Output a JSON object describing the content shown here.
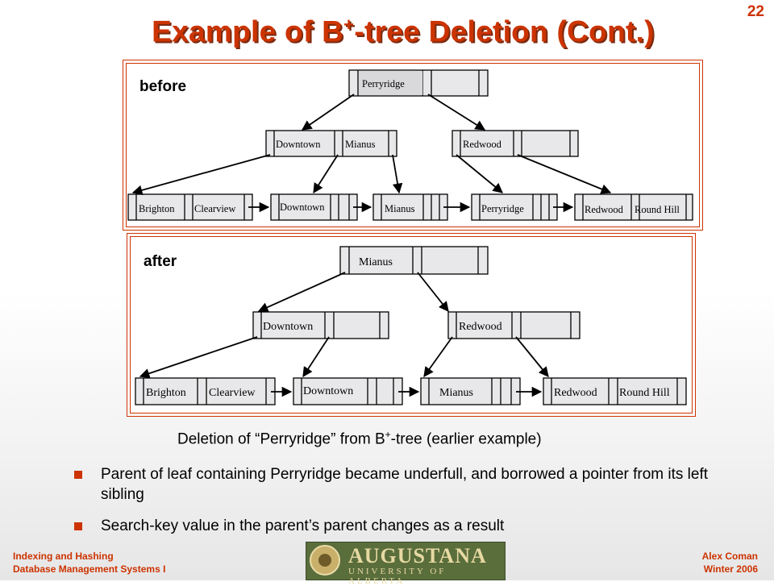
{
  "slide_number": "22",
  "title": {
    "main": "Example of B",
    "sup": "+",
    "rest": "-tree Deletion (Cont.)"
  },
  "before": {
    "label": "before",
    "root": [
      "Perryridge"
    ],
    "internal": [
      [
        "Downtown",
        "Mianus"
      ],
      [
        "Redwood"
      ]
    ],
    "leaves": [
      [
        "Brighton",
        "Clearview"
      ],
      [
        "Downtown"
      ],
      [
        "Mianus"
      ],
      [
        "Perryridge"
      ],
      [
        "Redwood",
        "Round Hill"
      ]
    ]
  },
  "after": {
    "label": "after",
    "root": [
      "Mianus"
    ],
    "internal": [
      [
        "Downtown"
      ],
      [
        "Redwood"
      ]
    ],
    "leaves": [
      [
        "Brighton",
        "Clearview"
      ],
      [
        "Downtown"
      ],
      [
        "Mianus"
      ],
      [
        "Redwood",
        "Round Hill"
      ]
    ]
  },
  "caption": {
    "pre": "Deletion of “Perryridge” from B",
    "sup": "+",
    "post": "-tree (earlier example)"
  },
  "bullets": [
    "Parent  of leaf containing Perryridge became underfull, and borrowed a pointer from its left sibling",
    "Search-key value in the parent’s parent changes as a result"
  ],
  "footer": {
    "left_line1": "Indexing and Hashing",
    "left_line2": "Database Management Systems I",
    "right_line1": "Alex Coman",
    "right_line2": "Winter 2006"
  },
  "logo": {
    "name": "AUGUSTANA",
    "subtitle": "UNIVERSITY OF ALBERTA",
    "seal_text": "AUGUSTANA"
  },
  "colors": {
    "accent": "#cc3300",
    "node_fill": "#e8e8ea"
  }
}
